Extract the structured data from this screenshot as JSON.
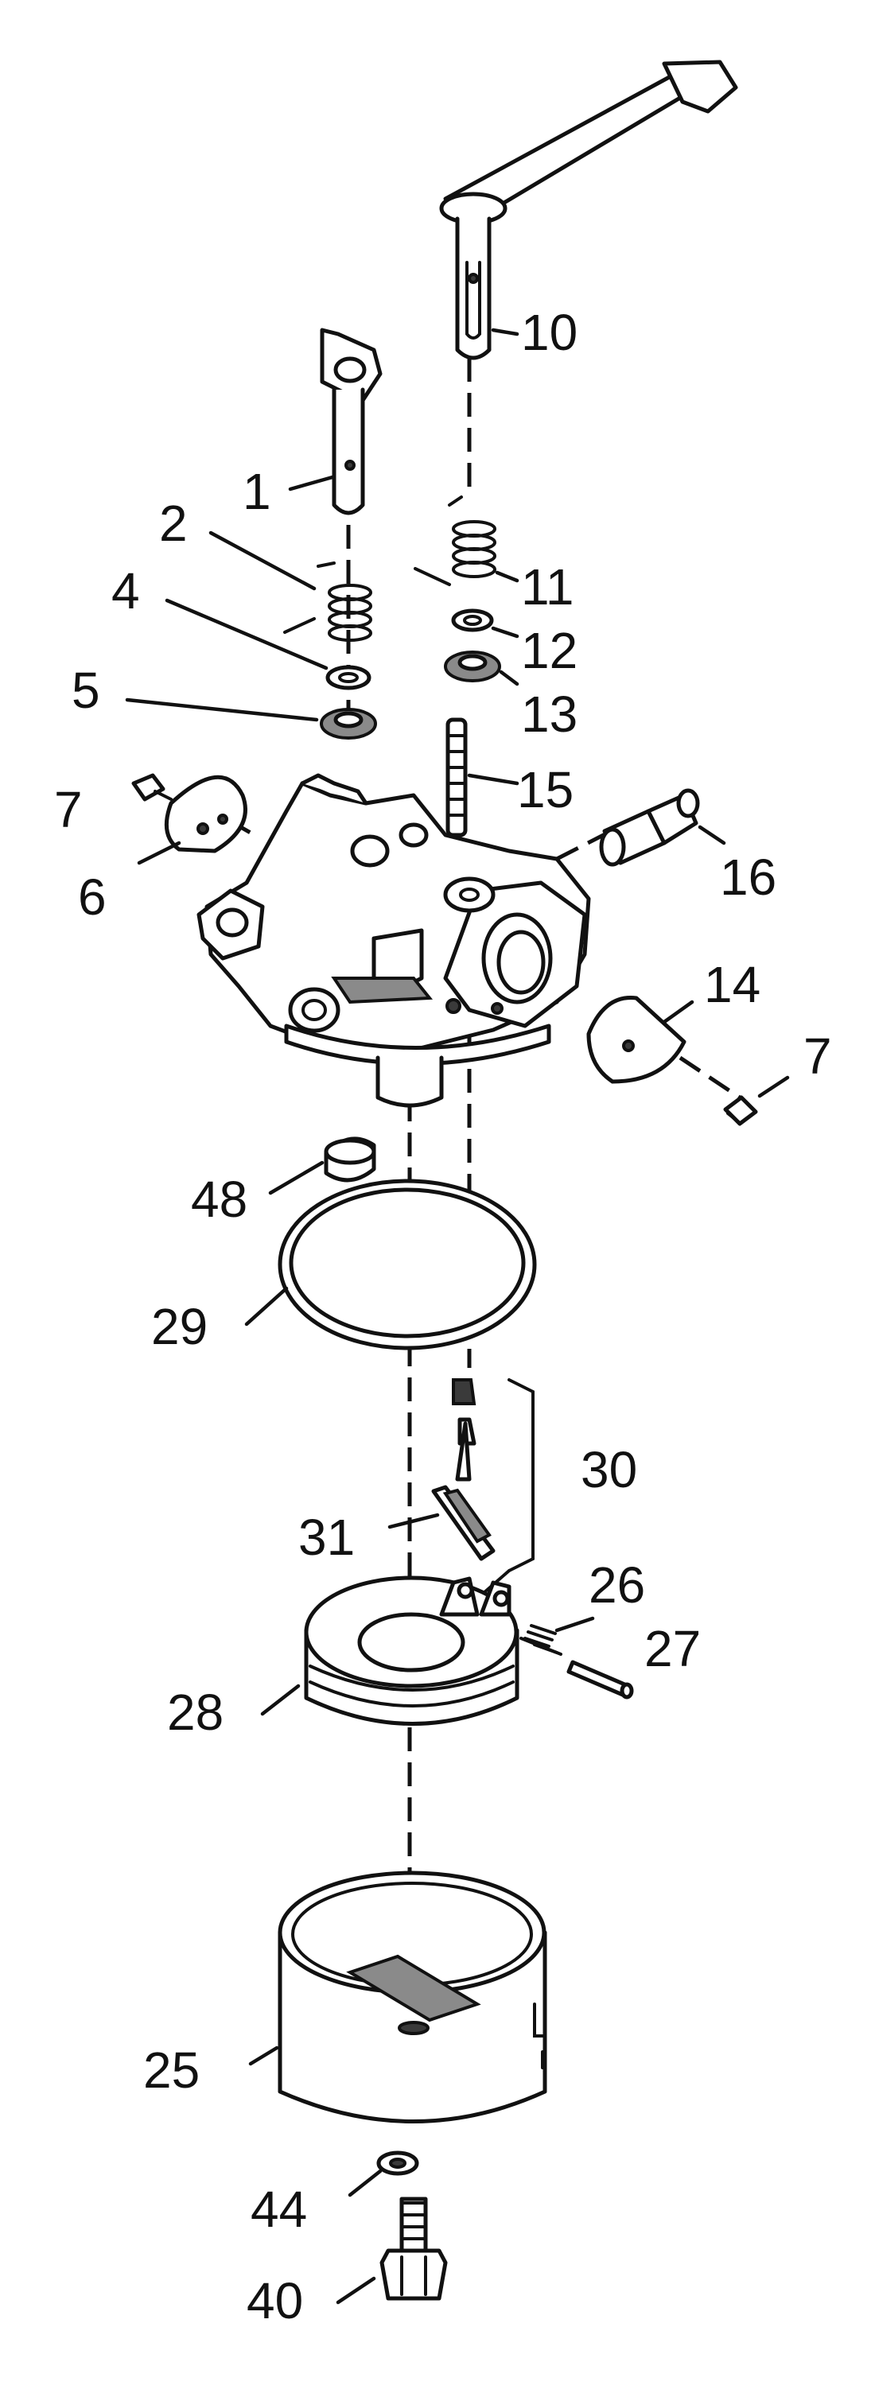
{
  "callouts": {
    "c1": "1",
    "c2": "2",
    "c4": "4",
    "c5": "5",
    "c6": "6",
    "c7a": "7",
    "c7b": "7",
    "c10": "10",
    "c11": "11",
    "c12": "12",
    "c13": "13",
    "c14": "14",
    "c15": "15",
    "c16": "16",
    "c25": "25",
    "c26": "26",
    "c27": "27",
    "c28": "28",
    "c29": "29",
    "c30": "30",
    "c31": "31",
    "c40": "40",
    "c44": "44",
    "c48": "48"
  }
}
